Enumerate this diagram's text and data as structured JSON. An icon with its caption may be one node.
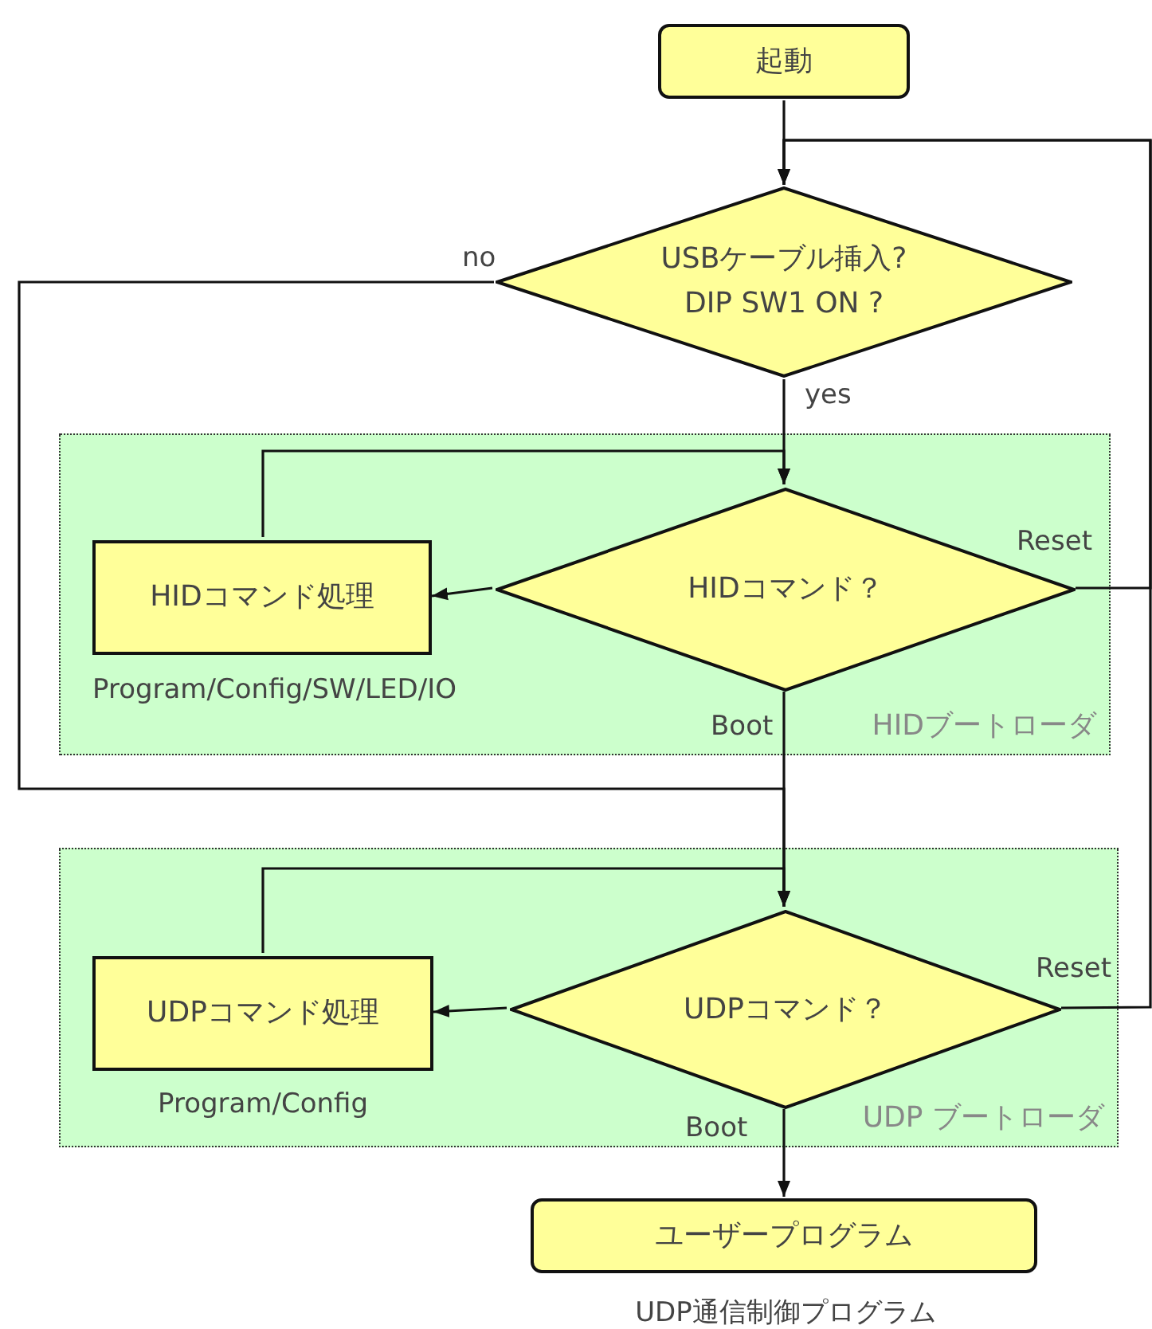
{
  "diagram": {
    "nodes": [
      {
        "text": [
          "起動"
        ]
      },
      {
        "text": [
          "USBケーブル挿入?",
          "DIP SW1 ON ?"
        ]
      },
      {
        "text": [
          "HIDブートローダ"
        ]
      },
      {
        "text": [
          "HIDコマンド？"
        ],
        "in": 2
      },
      {
        "text": [
          "HIDコマンド処理"
        ],
        "in": 2,
        "beside": [
          "Program/Config/SW/LED/IO"
        ]
      },
      {
        "text": [
          "UDP ブートローダ"
        ]
      },
      {
        "text": [
          "UDPコマンド？"
        ],
        "in": 5
      },
      {
        "text": [
          "UDPコマンド処理"
        ],
        "in": 5,
        "beside": [
          "Program/Config"
        ]
      },
      {
        "text": [
          "ユーザープログラム"
        ],
        "beside": [
          "UDP通信制御プログラム"
        ]
      }
    ],
    "edges": [
      {
        "from": 0,
        "to": 1,
        "arrow": "to"
      },
      {
        "from": 1,
        "to": 3,
        "label": "yes",
        "arrow": "to"
      },
      {
        "from": 3,
        "to": 4,
        "arrow": "to"
      },
      {
        "from": 4,
        "to": 3,
        "arrow": "to"
      },
      {
        "from": 3,
        "to": 1,
        "label": "Reset",
        "arrow": "to"
      },
      {
        "from": 3,
        "to": 6,
        "label": "Boot",
        "arrow": "to"
      },
      {
        "from": 1,
        "to": 6,
        "label": "no",
        "arrow": "to"
      },
      {
        "from": 6,
        "to": 7,
        "arrow": "to"
      },
      {
        "from": 7,
        "to": 6,
        "arrow": "to"
      },
      {
        "from": 6,
        "to": 1,
        "label": "Reset",
        "arrow": "to"
      },
      {
        "from": 6,
        "to": 8,
        "label": "Boot",
        "arrow": "to"
      }
    ]
  }
}
